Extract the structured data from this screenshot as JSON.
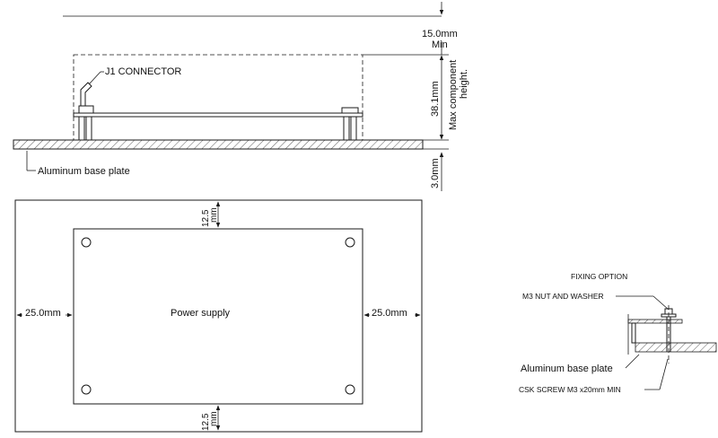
{
  "side_view": {
    "dim_min_clearance_value": "15.0mm",
    "dim_min_clearance_qualifier": "Min",
    "dim_component_height_value": "38.1mm",
    "dim_component_height_line1": "Max component",
    "dim_component_height_line2": "height.",
    "dim_base_thickness": "3.0mm",
    "connector_label": "J1 CONNECTOR",
    "base_plate_label": "Aluminum base plate"
  },
  "top_view": {
    "board_label": "Power supply",
    "dim_left": "25.0mm",
    "dim_right": "25.0mm",
    "dim_top_value": "12.5",
    "dim_top_unit": "mm",
    "dim_bottom_value": "12.5",
    "dim_bottom_unit": "mm"
  },
  "fixing_detail": {
    "title": "FIXING OPTION",
    "nut_label": "M3 NUT  AND  WASHER",
    "base_plate_label": "Aluminum base plate",
    "screw_label": "CSK SCREW M3 x20mm MIN"
  }
}
